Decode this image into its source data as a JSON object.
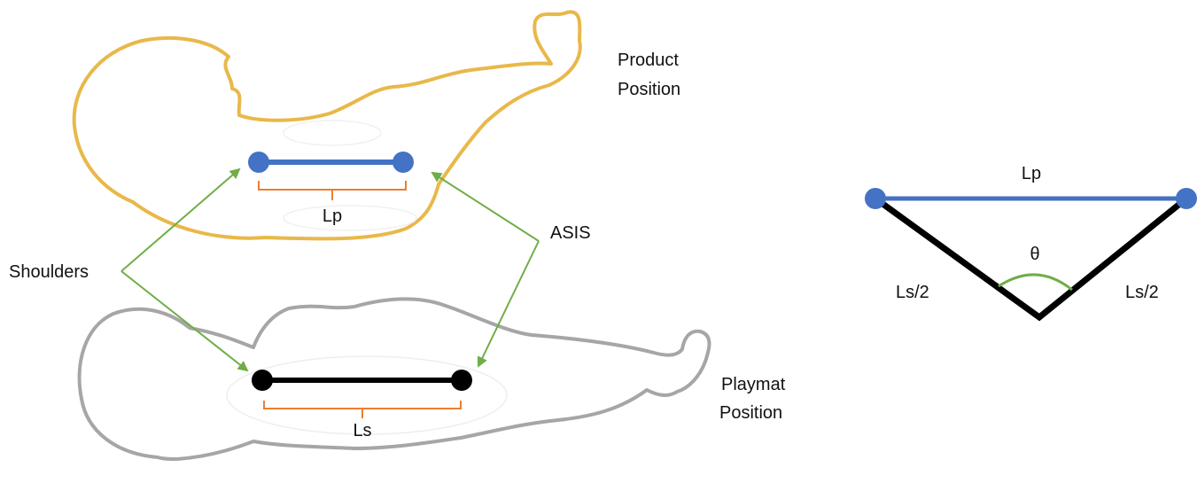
{
  "labels": {
    "product_position_line1": "Product",
    "product_position_line2": "Position",
    "playmat_position_line1": "Playmat",
    "playmat_position_line2": "Position",
    "shoulders": "Shoulders",
    "asis": "ASIS",
    "lp_product": "Lp",
    "ls_playmat": "Ls",
    "triangle_lp": "Lp",
    "triangle_theta": "θ",
    "triangle_left_side": "Ls/2",
    "triangle_right_side": "Ls/2"
  },
  "colors": {
    "product_outline": "#E8B84A",
    "playmat_outline": "#A6A6A6",
    "lp_segment": "#4472C4",
    "ls_segment": "#000000",
    "bracket": "#ED7D31",
    "arrows": "#70AD47",
    "angle_arc": "#70AD47"
  }
}
